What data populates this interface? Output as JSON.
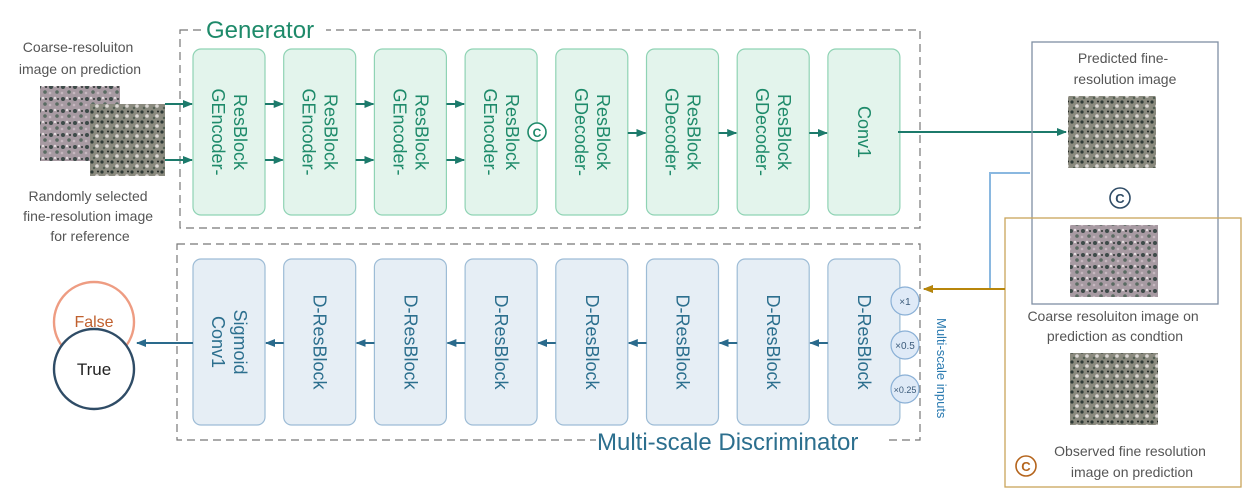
{
  "generator": {
    "title": "Generator",
    "blocks": [
      [
        "GEncoder-",
        "ResBlock"
      ],
      [
        "GEncoder-",
        "ResBlock"
      ],
      [
        "GEncoder-",
        "ResBlock"
      ],
      [
        "GEncoder-",
        "ResBlock"
      ],
      [
        "GDecoder-",
        "ResBlock"
      ],
      [
        "GDecoder-",
        "ResBlock"
      ],
      [
        "GDecoder-",
        "ResBlock"
      ],
      [
        "Conv1"
      ]
    ]
  },
  "discriminator": {
    "title": "Multi-scale Discriminator",
    "blocks": [
      [
        "Conv1",
        "Sigmoid"
      ],
      [
        "D-ResBlock"
      ],
      [
        "D-ResBlock"
      ],
      [
        "D-ResBlock"
      ],
      [
        "D-ResBlock"
      ],
      [
        "D-ResBlock"
      ],
      [
        "D-ResBlock"
      ],
      [
        "D-ResBlock"
      ]
    ],
    "scales": [
      "×1",
      "×0.5",
      "×0.25"
    ],
    "scales_label": "Multi-scale inputs"
  },
  "inputs": {
    "coarse_label": [
      "Coarse-resoluiton",
      "image on prediction"
    ],
    "reference_label": [
      "Randomly selected",
      "fine-resolution image",
      "for reference"
    ]
  },
  "outputs": {
    "false_label": "False",
    "true_label": "True"
  },
  "predicted_panel": {
    "label": [
      "Predicted fine-",
      "resolution image"
    ],
    "concat_symbol": "C"
  },
  "observed_panel": {
    "coarse_label": [
      "Coarse resoluiton image on",
      "prediction as condtion"
    ],
    "observed_label": [
      "Observed fine resolution",
      "image on prediction"
    ],
    "concat_symbol": "C"
  },
  "concat_symbol": "C",
  "colors": {
    "generator_fill": "#e3f4ec",
    "generator_stroke": "#8fd3b4",
    "generator_text": "#1e8a6a",
    "discriminator_fill": "#e6eef5",
    "discriminator_stroke": "#9dbcd6",
    "discriminator_text": "#2c6f8e",
    "dark_arrow": "#1c7a6b",
    "disc_arrow": "#2a6a8c",
    "light_arrow": "#8ab8e0",
    "gold_arrow": "#b8860b",
    "false_ring": "#ee9c82",
    "true_ring": "#2f4c66",
    "predicted_border": "#7f8fa3",
    "observed_border": "#c9a55a",
    "concat_brown": "#b5651d"
  }
}
